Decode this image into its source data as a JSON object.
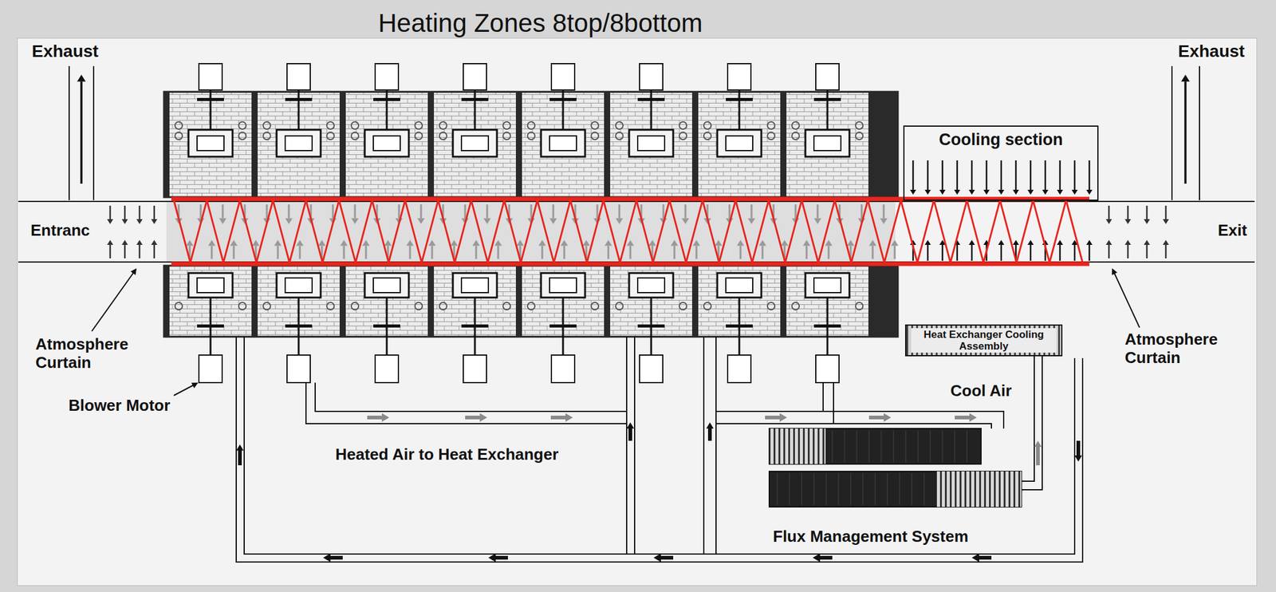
{
  "diagram": {
    "title": "Heating Zones 8top/8bottom",
    "nodes": [
      {
        "text": [
          "Cooling section"
        ]
      },
      {
        "text": [
          "Heat Exchanger Cooling Assembly"
        ]
      }
    ],
    "labels": [
      "Exhaust",
      "Exhaust",
      "Entranc",
      "Exit",
      "Atmosphere Curtain",
      "Atmosphere Curtain",
      "Blower Motor",
      "Cool Air",
      "Heated Air to Heat Exchanger",
      "Flux Management System"
    ]
  }
}
